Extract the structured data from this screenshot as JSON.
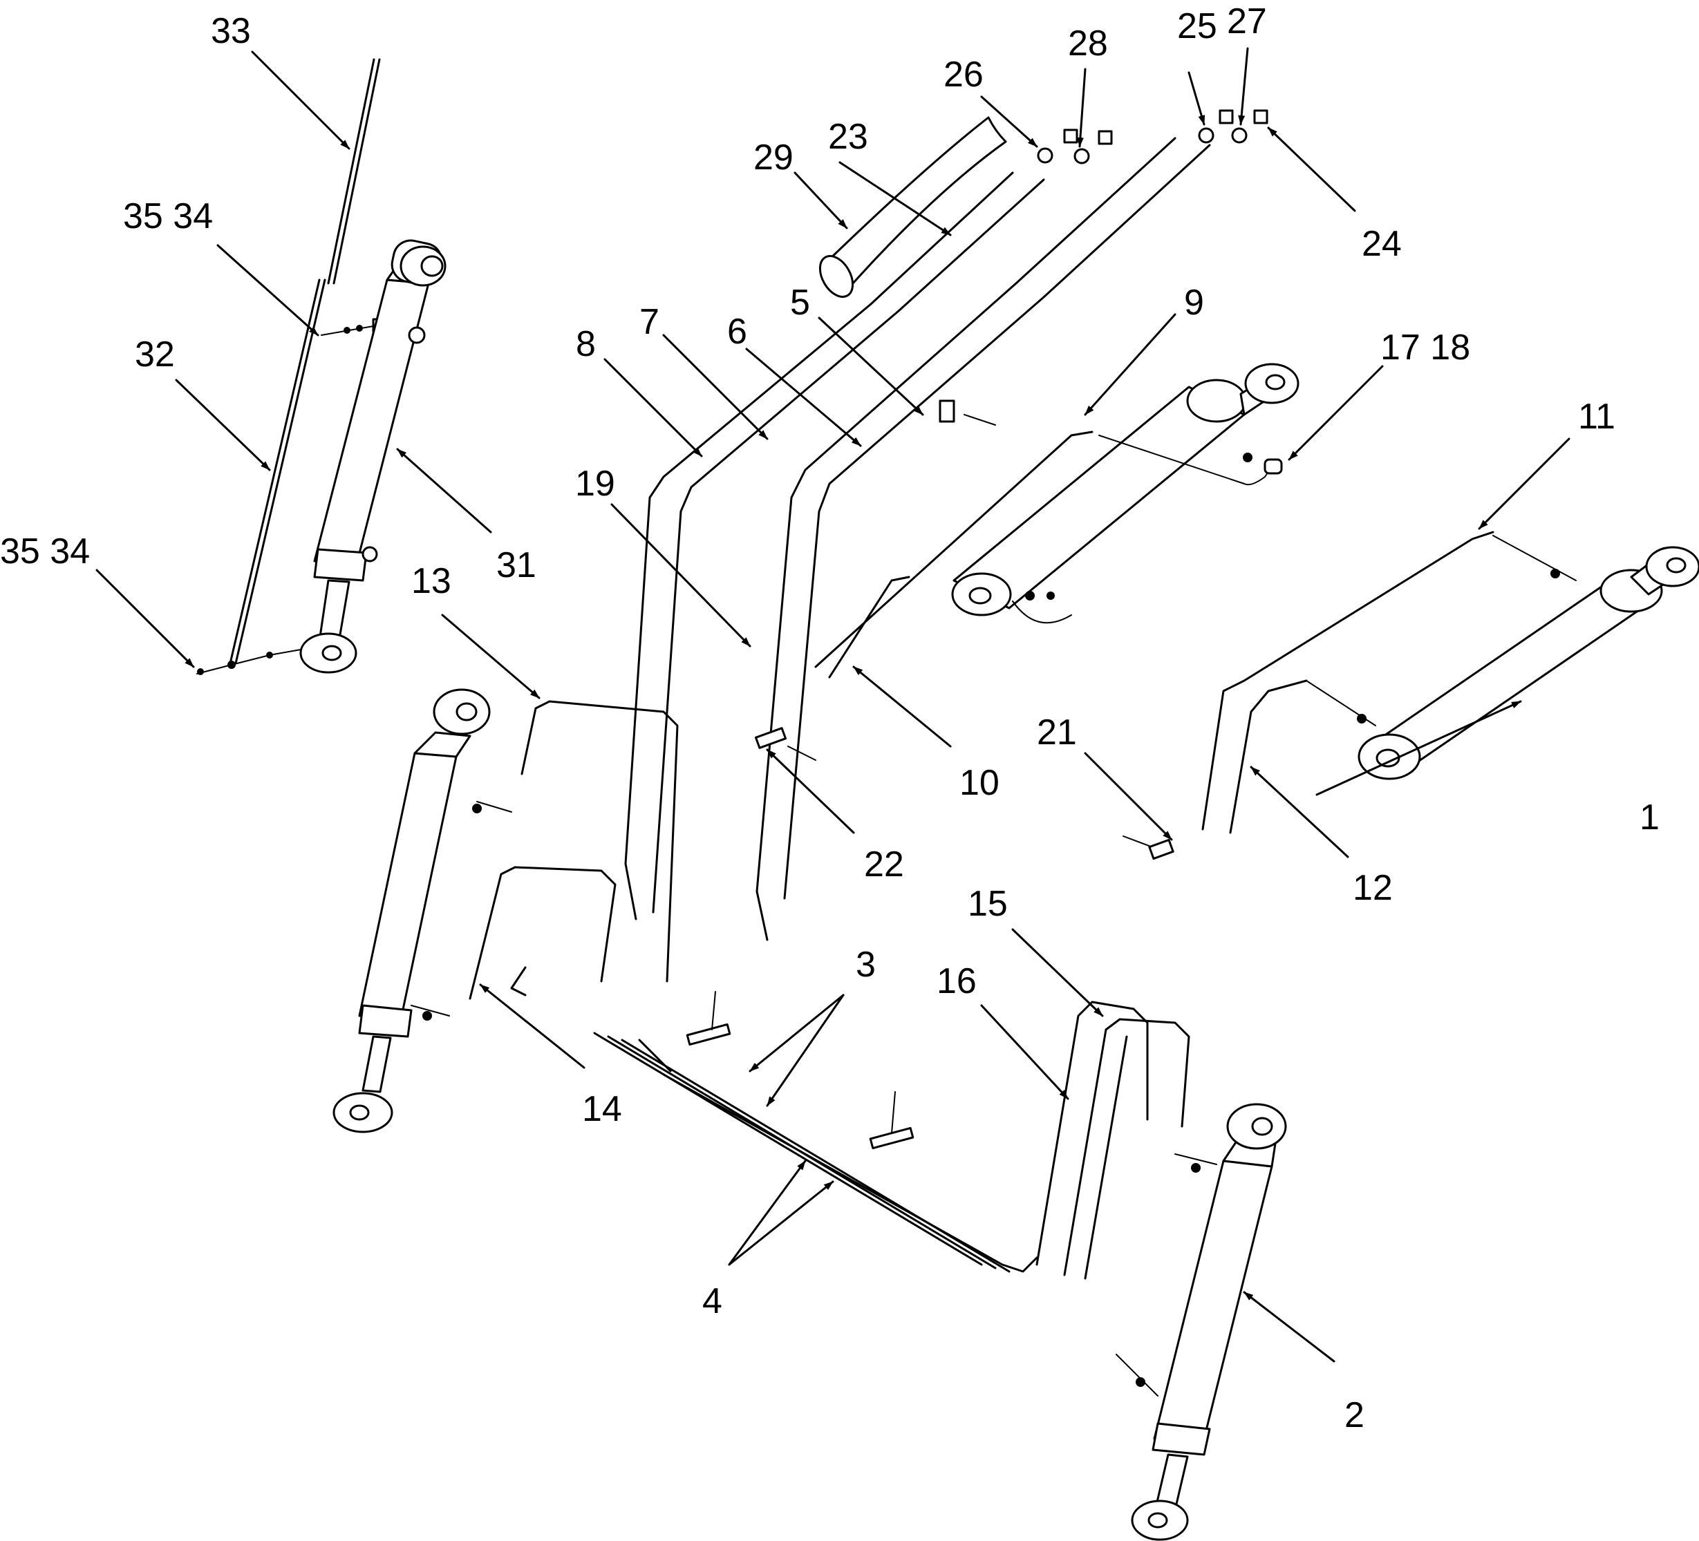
{
  "callouts": [
    {
      "id": "c1",
      "text": "1"
    },
    {
      "id": "c2",
      "text": "2"
    },
    {
      "id": "c3",
      "text": "3"
    },
    {
      "id": "c4",
      "text": "4"
    },
    {
      "id": "c5",
      "text": "5"
    },
    {
      "id": "c6",
      "text": "6"
    },
    {
      "id": "c7",
      "text": "7"
    },
    {
      "id": "c8",
      "text": "8"
    },
    {
      "id": "c9",
      "text": "9"
    },
    {
      "id": "c10",
      "text": "10"
    },
    {
      "id": "c11",
      "text": "11"
    },
    {
      "id": "c12",
      "text": "12"
    },
    {
      "id": "c13",
      "text": "13"
    },
    {
      "id": "c14",
      "text": "14"
    },
    {
      "id": "c15",
      "text": "15"
    },
    {
      "id": "c16",
      "text": "16"
    },
    {
      "id": "c1718",
      "text": "17 18"
    },
    {
      "id": "c19",
      "text": "19"
    },
    {
      "id": "c21",
      "text": "21"
    },
    {
      "id": "c22",
      "text": "22"
    },
    {
      "id": "c23",
      "text": "23"
    },
    {
      "id": "c24",
      "text": "24"
    },
    {
      "id": "c25",
      "text": "25"
    },
    {
      "id": "c26",
      "text": "26"
    },
    {
      "id": "c27",
      "text": "27"
    },
    {
      "id": "c28",
      "text": "28"
    },
    {
      "id": "c29",
      "text": "29"
    },
    {
      "id": "c31",
      "text": "31"
    },
    {
      "id": "c32",
      "text": "32"
    },
    {
      "id": "c33",
      "text": "33"
    },
    {
      "id": "c3534a",
      "text": "35 34"
    },
    {
      "id": "c3534b",
      "text": "35 34"
    }
  ]
}
